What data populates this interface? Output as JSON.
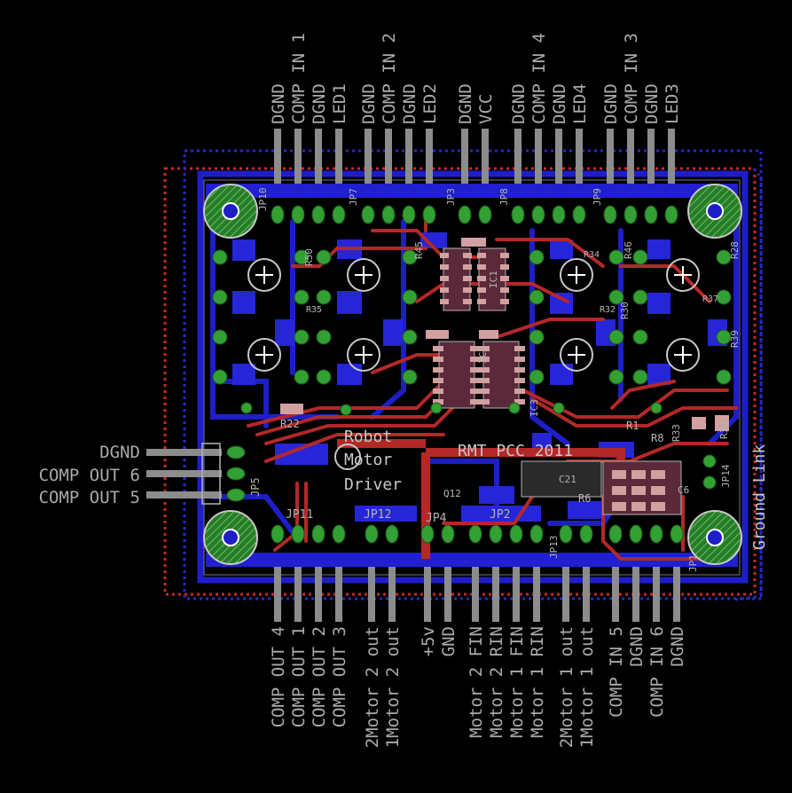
{
  "board": {
    "title": "RMT PCC 2011",
    "text_lines": [
      "Robot",
      "Motor",
      "Driver"
    ],
    "side_text": "Ground Link"
  },
  "colors": {
    "background": "#000000",
    "bottom_copper": "#1e1ec8",
    "top_copper": "#b42828",
    "pad": "#32a032",
    "silk": "#b4b4b4",
    "pin": "#8c8c8c"
  },
  "headers": {
    "top_labels": [
      "DGND",
      "COMP IN 1",
      "DGND",
      "LED1",
      "DGND",
      "COMP IN 2",
      "DGND",
      "LED2",
      "DGND",
      "VCC",
      "DGND",
      "COMP IN 4",
      "DGND",
      "LED4",
      "DGND",
      "COMP IN 3",
      "DGND",
      "LED3"
    ],
    "bottom_labels": [
      "COMP OUT 4",
      "COMP OUT 1",
      "COMP OUT 2",
      "COMP OUT 3",
      "2Motor 2 out",
      "1Motor 2 out",
      "+5v",
      "GND",
      "Motor 2 FIN",
      "Motor 2 RIN",
      "Motor 1 FIN",
      "Motor 1 RIN",
      "2Motor 1 out",
      "1Motor 1 out",
      "COMP IN 5",
      "DGND",
      "COMP IN 6",
      "DGND"
    ],
    "left_labels": [
      "DGND",
      "COMP OUT 6",
      "COMP OUT 5"
    ]
  },
  "designators": {
    "top": [
      "JP10",
      "JP7",
      "JP3",
      "JP8",
      "JP9"
    ],
    "bottom": [
      "JP11",
      "JP12",
      "JP4",
      "JP2",
      "JP13",
      "JP1"
    ],
    "left": "JP5",
    "resistors": [
      "R50",
      "R45",
      "R46",
      "R28",
      "R22",
      "R30",
      "R33",
      "R38",
      "R39",
      "R8",
      "R1",
      "R6",
      "R34",
      "R35",
      "R32",
      "R37"
    ],
    "ics": [
      "IC1",
      "IC2",
      "IC3"
    ],
    "other": [
      "JP14",
      "C6",
      "C21",
      "Q12"
    ]
  }
}
